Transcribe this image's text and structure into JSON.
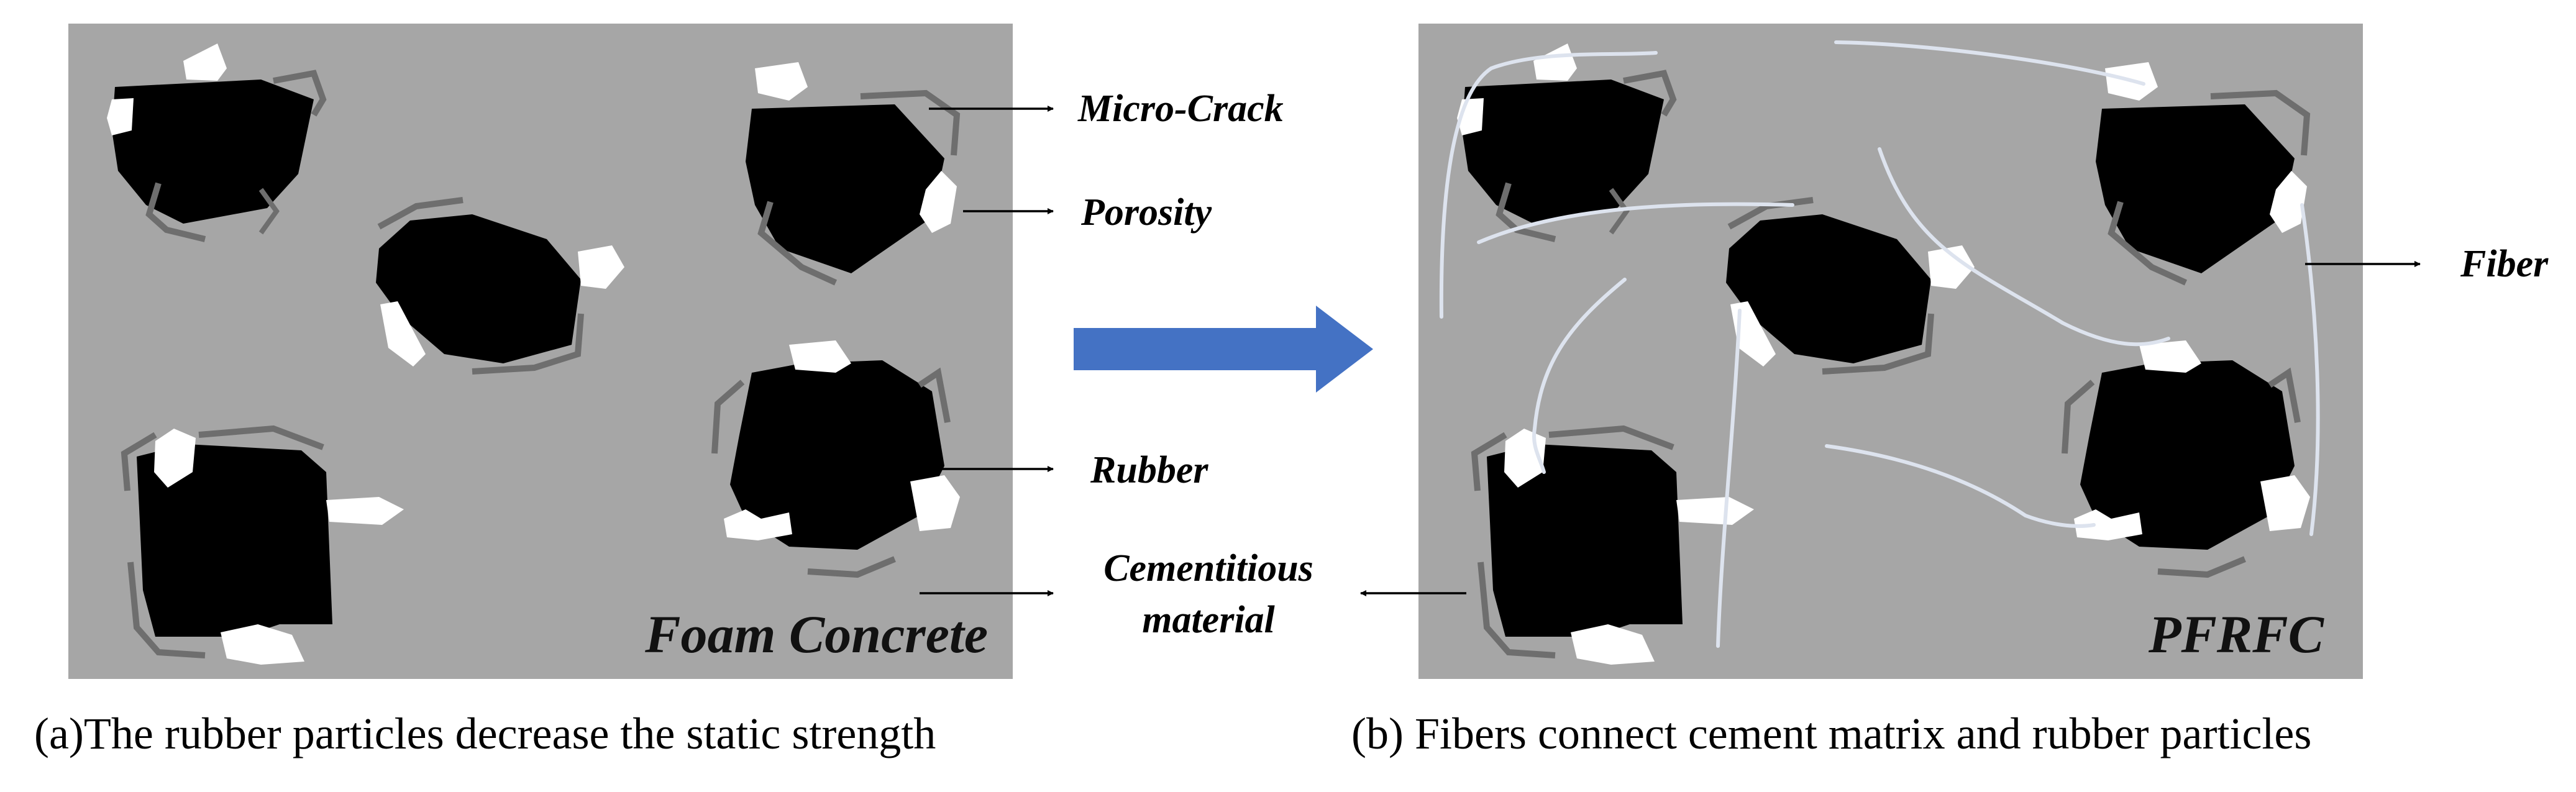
{
  "panel_a": {
    "title": "Foam Concrete",
    "caption": "(a)The rubber particles decrease the static strength"
  },
  "panel_b": {
    "title": "PFRFC",
    "caption": "(b) Fibers connect cement matrix and rubber particles"
  },
  "labels": {
    "micro_crack": "Micro-Crack",
    "porosity": "Porosity",
    "rubber": "Rubber",
    "cementitious_line1": "Cementitious",
    "cementitious_line2": "material",
    "fiber": "Fiber"
  },
  "colors": {
    "matrix": "#a6a6a6",
    "rubber": "#000000",
    "pore": "#ffffff",
    "crack": "#6e6e6e",
    "fiber": "#dde3ee",
    "arrow": "#4472c4"
  },
  "icons": {
    "transition_arrow": "right-block-arrow"
  }
}
